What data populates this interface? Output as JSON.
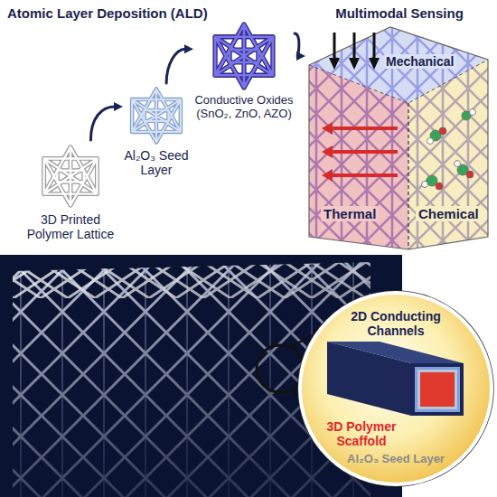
{
  "diagram": {
    "title": "Atomic Layer Deposition (ALD)",
    "nodes": [
      {
        "text": [
          "3D Printed Polymer Lattice"
        ]
      },
      {
        "text": [
          "Al₂O₃ Seed Layer"
        ]
      },
      {
        "text": [
          "Conductive Oxides (SnO₂, ZnO, AZO)"
        ]
      },
      {
        "text": [
          "Multimodal Sensing",
          "Mechanical",
          "Thermal",
          "Chemical"
        ]
      },
      {
        "text": [
          "2D Conducting Channels",
          "3D Polymer Scaffold",
          "Al₂O₃ Seed Layer"
        ]
      }
    ],
    "edges": [
      {
        "from": 0,
        "to": 1,
        "arrow": "to"
      },
      {
        "from": 1,
        "to": 2,
        "arrow": "to"
      },
      {
        "from": 2,
        "to": 3,
        "arrow": "to"
      }
    ]
  }
}
